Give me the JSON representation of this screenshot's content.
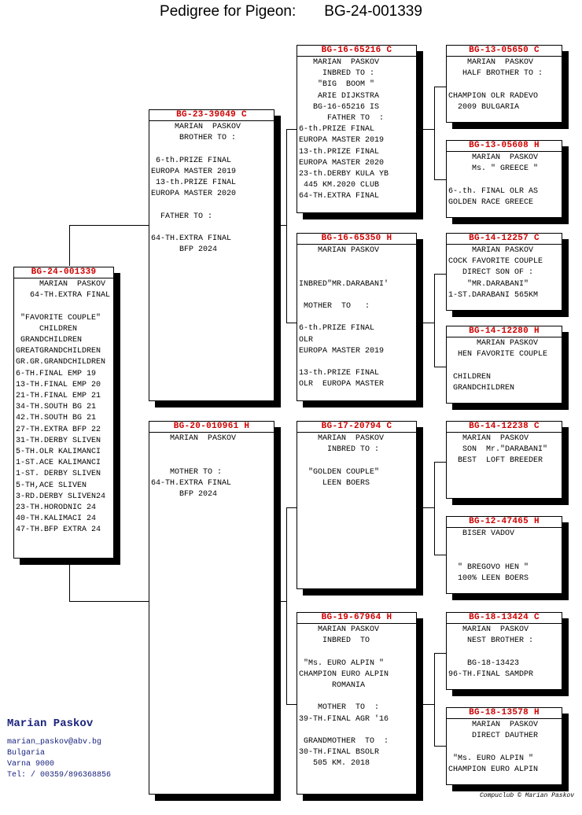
{
  "header": {
    "label": "Pedigree for Pigeon:",
    "ring": "BG-24-001339"
  },
  "subject": {
    "ring": "BG-24-001339",
    "lines": [
      "     MARIAN  PASKOV",
      "   64-TH.EXTRA FINAL",
      "",
      " \"FAVORITE COUPLE\"",
      "     CHILDREN",
      " GRANDCHILDREN",
      "GREATGRANDCHILDREN",
      "GR.GR.GRANDCHILDREN",
      "6-TH.FINAL EMP 19",
      "13-TH.FINAL EMP 20",
      "21-TH.FINAL EMP 21",
      "34-TH.SOUTH BG 21",
      "42.TH.SOUTH BG 21",
      "27-TH.EXTRA BFP 22",
      "31-TH.DERBY SLIVEN",
      "5-TH.OLR KALIMANCI",
      "1-ST.ACE KALIMANCI",
      "1-ST. DERBY SLIVEN",
      "5-TH,ACE SLIVEN",
      "3-RD.DERBY SLIVEN24",
      "23-TH.HORODNIC 24",
      "40-TH.KALIMACI 24",
      "47-TH.BFP EXTRA 24"
    ]
  },
  "sire": {
    "ring": "BG-23-39049 C",
    "lines": [
      "     MARIAN  PASKOV",
      "      BROTHER TO :",
      "",
      " 6-th.PRIZE FINAL",
      "EUROPA MASTER 2019",
      " 13-th.PRIZE FINAL",
      "EUROPA MASTER 2020",
      "",
      "  FATHER TO :",
      "",
      "64-TH.EXTRA FINAL",
      "      BFP 2024"
    ]
  },
  "dam": {
    "ring": "BG-20-010961 H",
    "lines": [
      "    MARIAN  PASKOV",
      "",
      "",
      "    MOTHER TO :",
      "64-TH.EXTRA FINAL",
      "      BFP 2024"
    ]
  },
  "ss": {
    "ring": "BG-16-65216 C",
    "lines": [
      "   MARIAN  PASKOV",
      "     INBRED TO :",
      "    \"BIG  BOOM \"",
      "    ARIE DIJKSTRA",
      "   BG-16-65216 IS",
      "      FATHER TO  :",
      "6-th.PRIZE FINAL",
      "EUROPA MASTER 2019",
      "13-th.PRIZE FINAL",
      "EUROPA MASTER 2020",
      "23-th.DERBY KULA YB",
      " 445 KM.2020 CLUB",
      "64-TH.EXTRA FINAL"
    ]
  },
  "sd": {
    "ring": "BG-16-65350 H",
    "lines": [
      "    MARIAN PASKOV",
      "",
      "",
      "INBRED\"MR.DARABANI'",
      "",
      " MOTHER  TO   :",
      "",
      "6-th.PRIZE FINAL",
      "OLR",
      "EUROPA MASTER 2019",
      "",
      "13-th.PRIZE FINAL",
      "OLR  EUROPA MASTER"
    ]
  },
  "ds": {
    "ring": "BG-17-20794 C",
    "lines": [
      "    MARIAN  PASKOV",
      "      INBRED TO :",
      "",
      "  \"GOLDEN COUPLE\"",
      "     LEEN BOERS"
    ]
  },
  "dd": {
    "ring": "BG-19-67964 H",
    "lines": [
      "    MARIAN PASKOV",
      "     INBRED  TO",
      "",
      " \"Ms. EURO ALPIN \"",
      "CHAMPION EURO ALPIN",
      "       ROMANIA",
      "",
      "    MOTHER  TO  :",
      "39-TH.FINAL AGR '16",
      "",
      " GRANDMOTHER  TO  :",
      "30-TH.FINAL BSOLR",
      "   505 KM. 2018"
    ]
  },
  "sss": {
    "ring": "BG-13-05650 C",
    "lines": [
      "    MARIAN  PASKOV",
      "   HALF BROTHER TO :",
      "",
      "CHAMPION OLR RADEVO",
      "  2009 BULGARIA"
    ]
  },
  "ssd": {
    "ring": "BG-13-05608 H",
    "lines": [
      "     MARIAN  PASKOV",
      "     Ms. \" GREECE \"",
      "",
      "6-.th. FINAL OLR AS",
      "GOLDEN RACE GREECE"
    ]
  },
  "sds": {
    "ring": "BG-14-12257 C",
    "lines": [
      "     MARIAN PASKOV",
      "COCK FAVORITE COUPLE",
      "   DIRECT SON OF :",
      "    \"MR.DARABANI\"",
      "1-ST.DARABANI 565KM"
    ]
  },
  "sdd": {
    "ring": "BG-14-12280 H",
    "lines": [
      "      MARIAN PASKOV",
      "  HEN FAVORITE COUPLE",
      "",
      " CHILDREN",
      " GRANDCHILDREN"
    ]
  },
  "dss": {
    "ring": "BG-14-12238 C",
    "lines": [
      "   MARIAN  PASKOV",
      "   SON  Mr.\"DARABANI\"",
      "  BEST  LOFT BREEDER"
    ]
  },
  "dsd": {
    "ring": "BG-12-47465 H",
    "lines": [
      "   BISER VADOV",
      "",
      "",
      "  \" BREGOVO HEN \"",
      "  100% LEEN BOERS"
    ]
  },
  "dds": {
    "ring": "BG-18-13424 C",
    "lines": [
      "   MARIAN  PASKOV",
      "    NEST BROTHER :",
      "",
      "    BG-18-13423",
      "96-TH.FINAL SAMDPR"
    ]
  },
  "ddd": {
    "ring": "BG-18-13578 H",
    "lines": [
      "     MARIAN  PASKOV",
      "     DIRECT DAUTHER",
      "",
      " \"Ms. EURO ALPIN \"",
      "CHAMPION EURO ALPIN"
    ]
  },
  "owner": {
    "name": "Marian Paskov",
    "email": "marian_paskov@abv.bg",
    "country": "Bulgaria",
    "city": "Varna 9000",
    "tel": "Tel:  / 00359/896368856"
  },
  "footer": "Compuclub © Marian Paskov",
  "colors": {
    "ring": "#d00000",
    "owner": "#1a237e"
  }
}
